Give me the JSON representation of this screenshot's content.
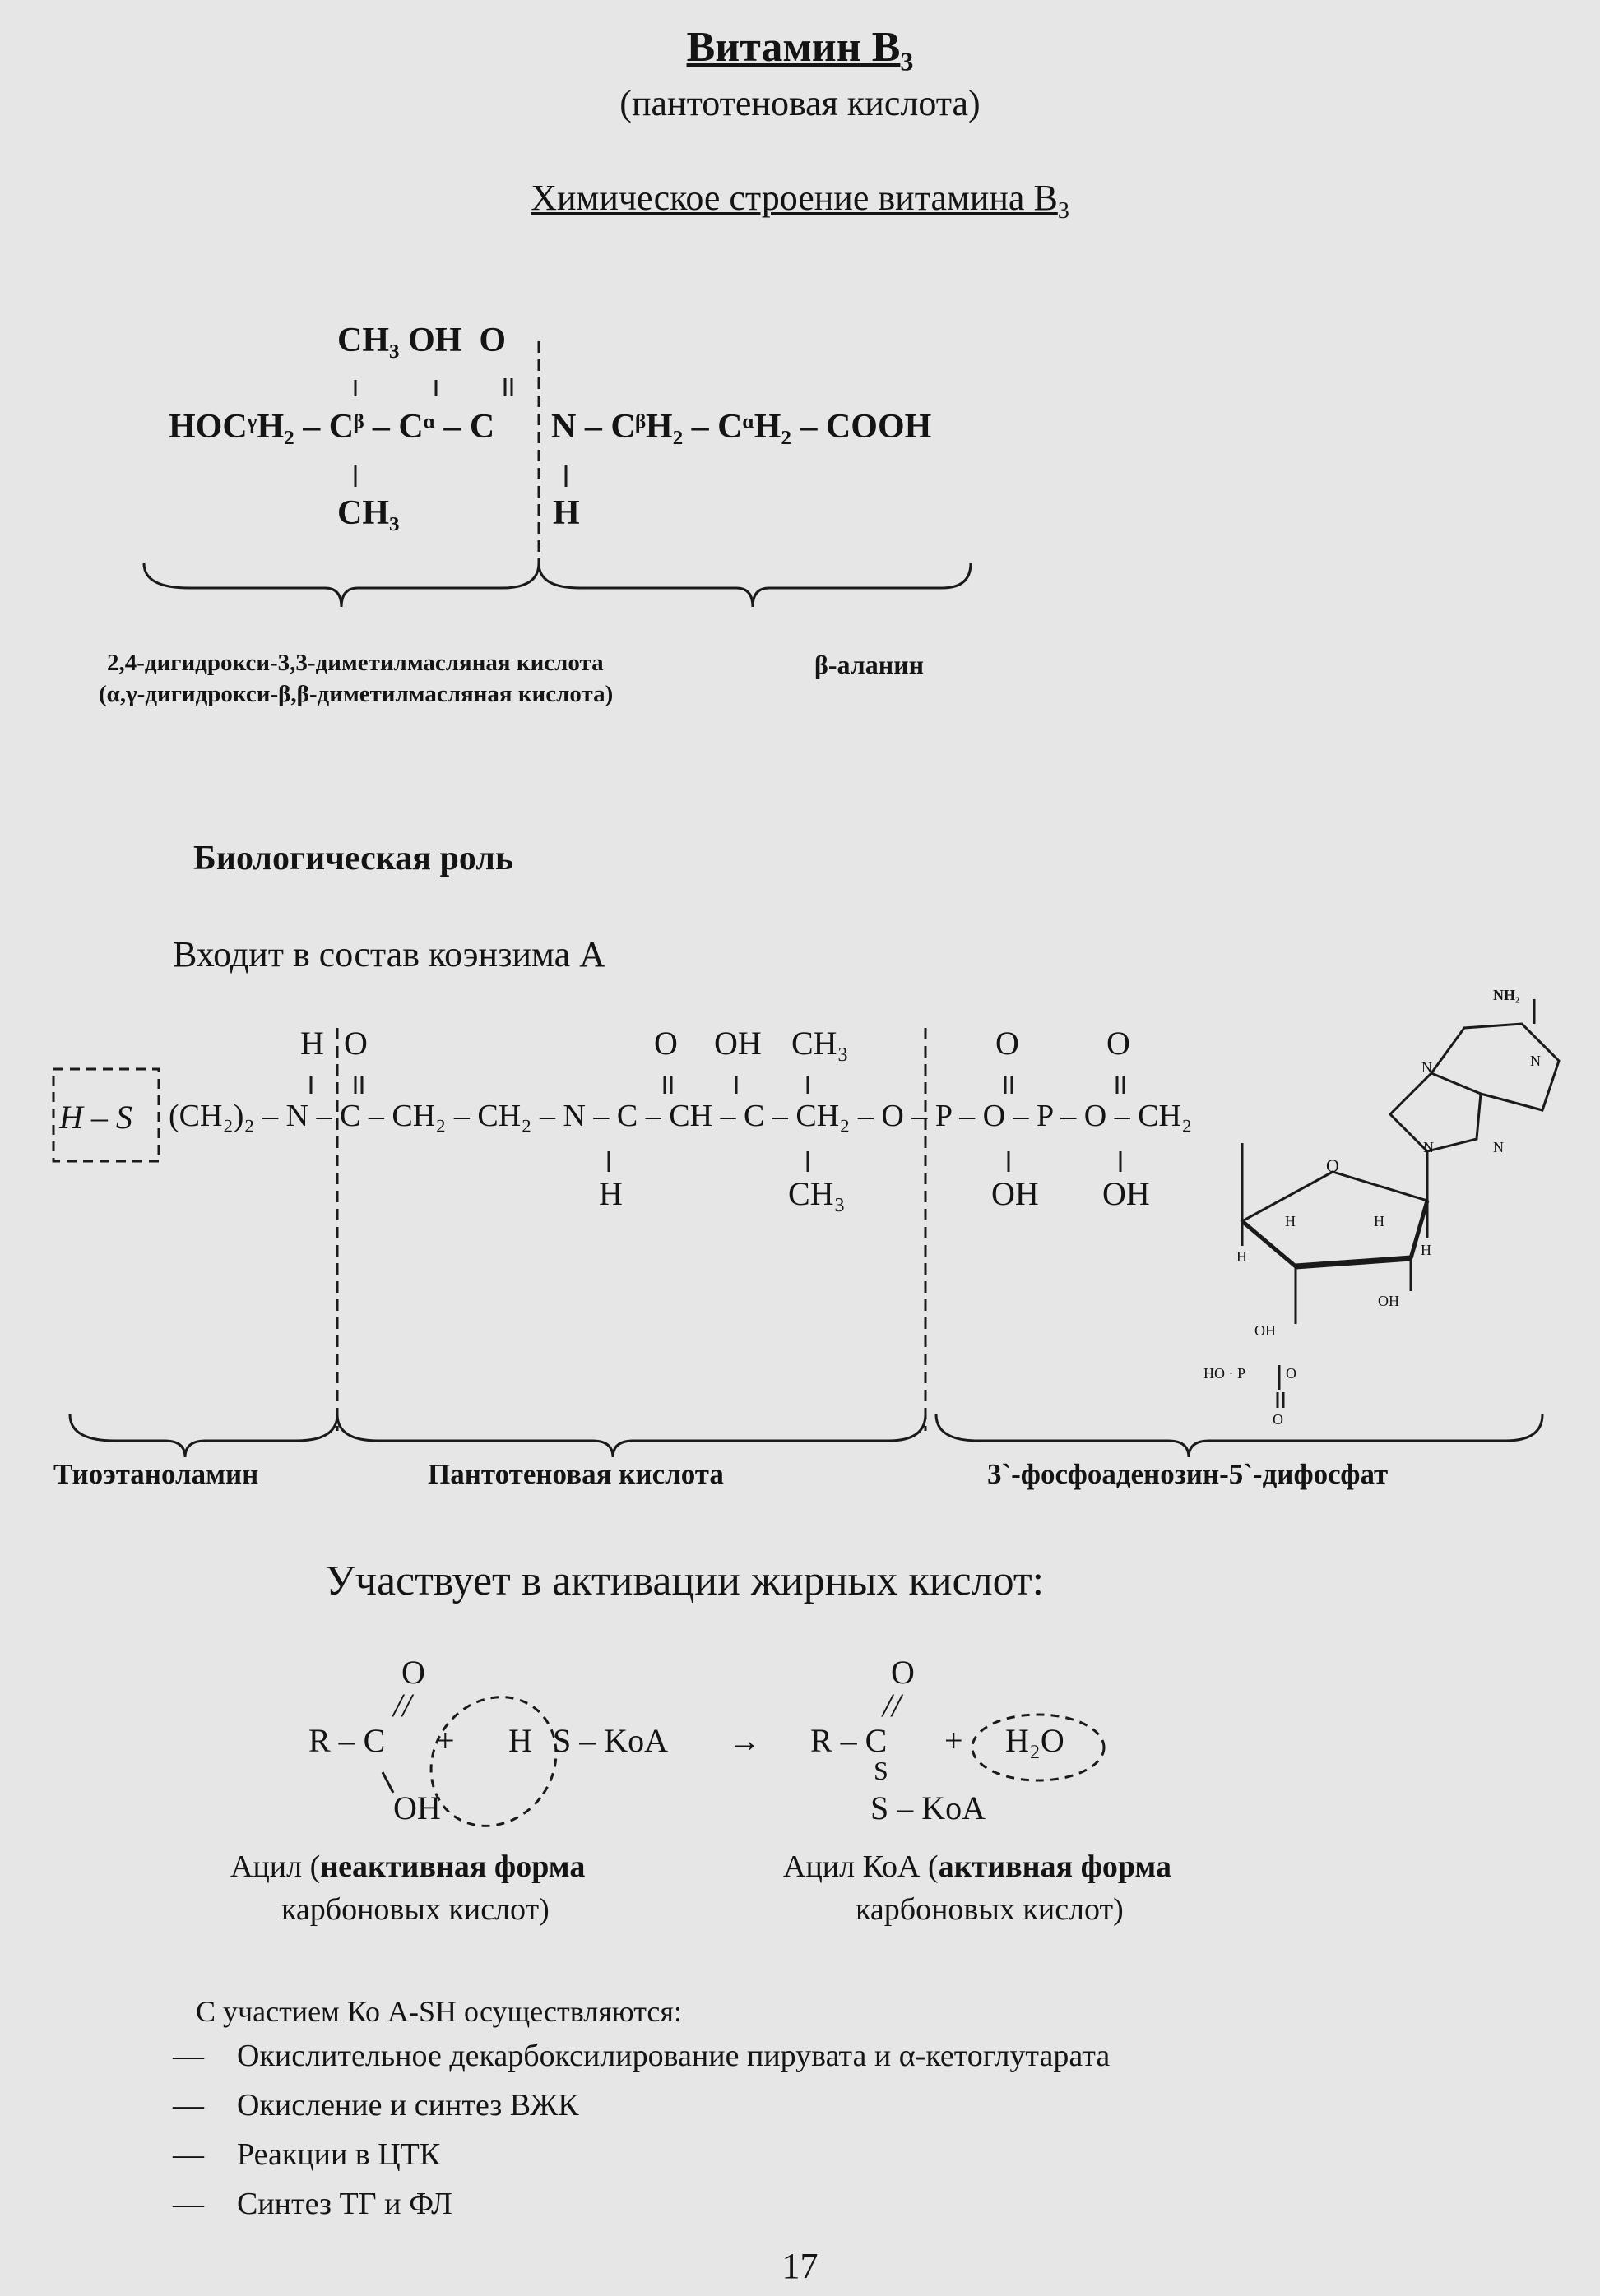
{
  "title": {
    "main": "Витамин В",
    "sub": "3"
  },
  "subtitle": "(пантотеновая кислота)",
  "chem_heading": {
    "main": "Химическое строение витамина В",
    "sub": "3"
  },
  "formula1": {
    "top_groups": "CH₃ OH  O",
    "main_chain": "HOCᵞH₂ – Cᵝ – Cᵅ – C",
    "main_chain_right": "N – CᵝH₂ – CᵅH₂ – COOH",
    "bottom_left": "CH₃",
    "bottom_right": "H",
    "part_left_line1": "2,4-дигидрокси-3,3-диметилмасляная кислота",
    "part_left_line2": "(α,γ-дигидрокси-β,β-диметилмасляная кислота)",
    "part_right": "β-аланин"
  },
  "bio_role": {
    "heading": "Биологическая роль",
    "intro": "Входит в состав коэнзима А"
  },
  "coa": {
    "sh": "H – S",
    "chain": "(CH₂)₂ – N – C – CH₂ – CH₂ – N – C – CH – C – CH₂ – O – P – O – P – O – CH₂",
    "upper": [
      "H",
      "O",
      "O",
      "OH",
      "CH₃",
      "O",
      "O"
    ],
    "lower": [
      "H",
      "CH₃",
      "OH",
      "OH"
    ],
    "ring_labels": [
      "NH₂",
      "N",
      "N",
      "N",
      "N",
      "O",
      "H",
      "H",
      "H",
      "H",
      "OH",
      "OH",
      "HO · P",
      "O",
      "O"
    ],
    "part1": "Тиоэтаноламин",
    "part2": "Пантотеновая кислота",
    "part3": "3`-фосфоаденозин-5`-дифосфат"
  },
  "activation": {
    "heading": "Участвует в активации жирных кислот:",
    "left": {
      "o": "O",
      "bond": "//",
      "rc": "R – C",
      "plus": "+",
      "h": "H",
      "s_koa": "S – KoA",
      "oh": "OH"
    },
    "arrow": "→",
    "right": {
      "o": "O",
      "bond": "//",
      "rc": "R – C",
      "s": "S",
      "s_koa": "S – KoA",
      "plus": "+",
      "h2o": "H₂O"
    },
    "caption_left_line1_a": "Ацил (",
    "caption_left_line1_b": "неактивная форма",
    "caption_left_line2": "карбоновых кислот)",
    "caption_right_line1_a": "Ацил КоА (",
    "caption_right_line1_b": "активная форма",
    "caption_right_line2": "карбоновых кислот)"
  },
  "processes": {
    "intro": "С участием Ко A-SH осуществляются:",
    "items": [
      "Окислительное декарбоксилирование пирувата и α-кетоглутарата",
      "Окисление и синтез ВЖК",
      "Реакции в ЦТК",
      "Синтез ТГ и ФЛ"
    ],
    "dash": "—"
  },
  "page_number": "17"
}
